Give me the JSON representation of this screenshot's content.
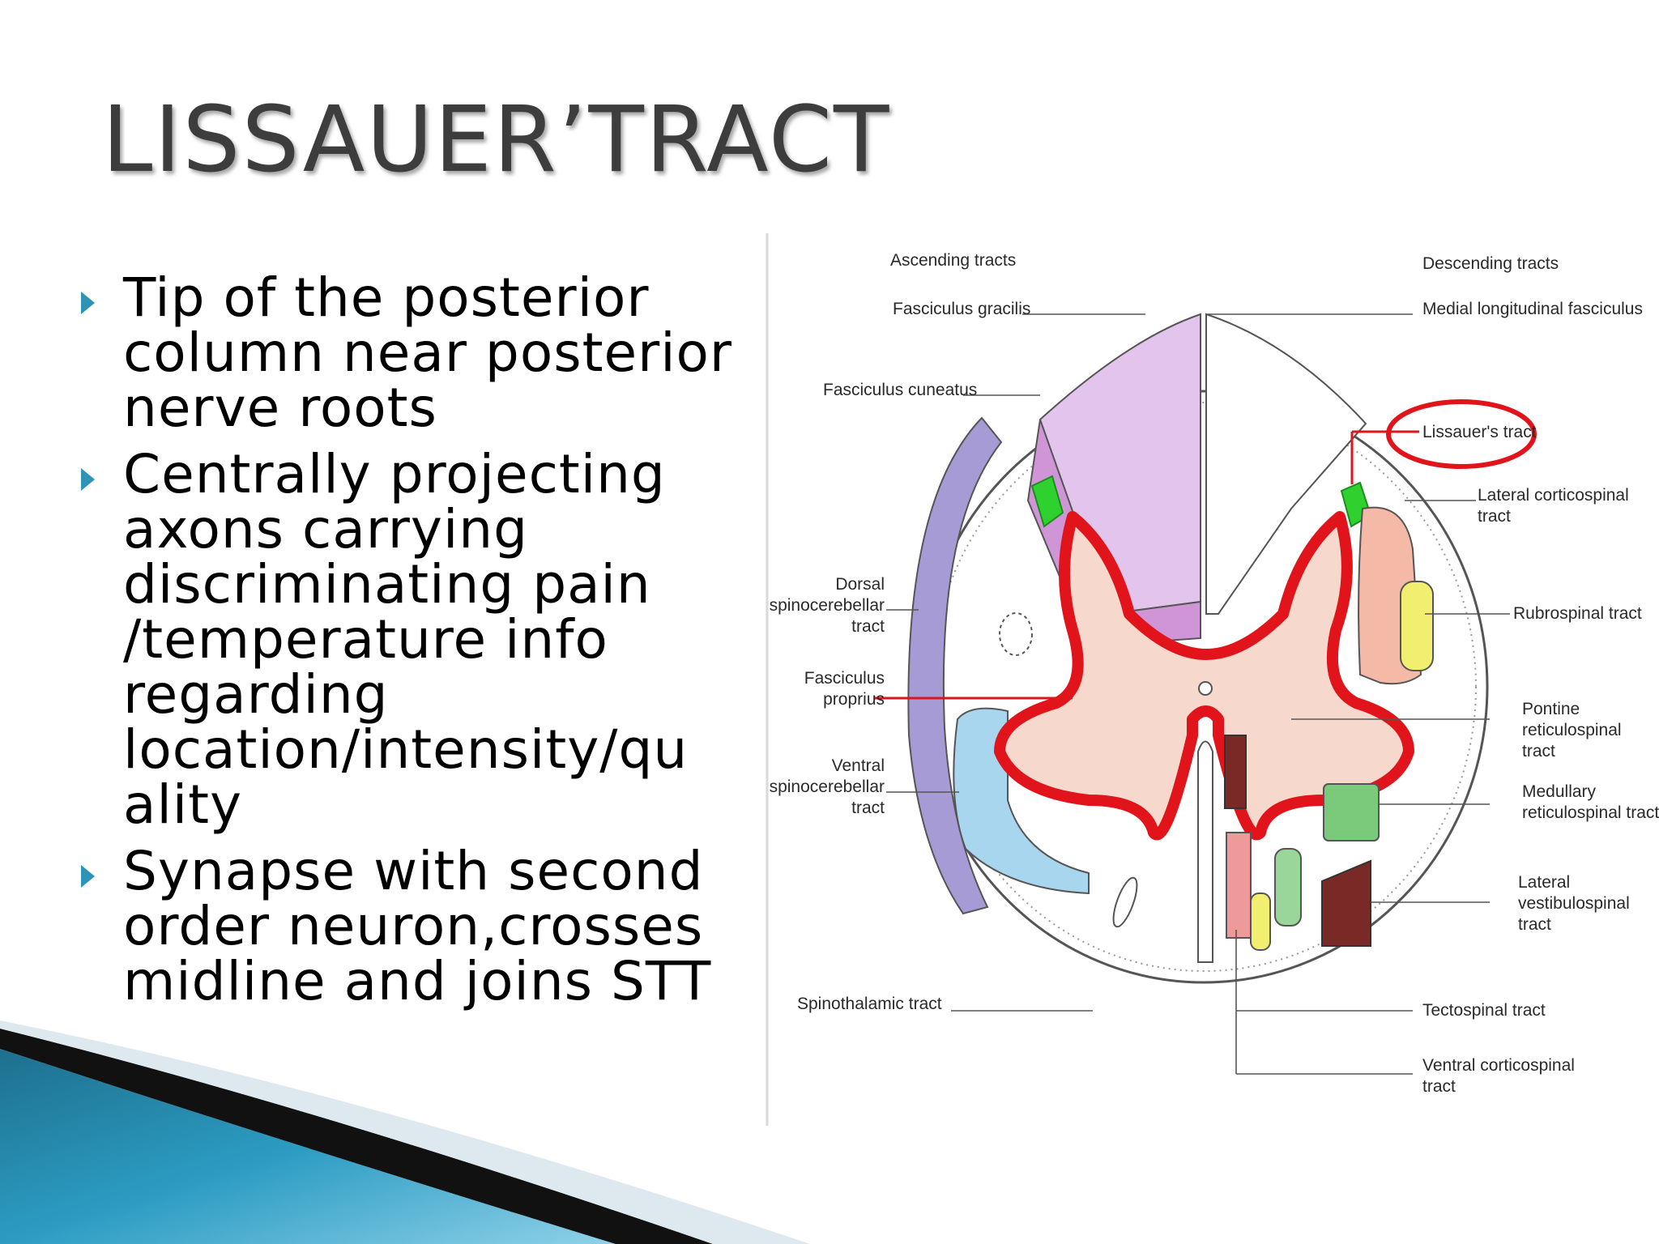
{
  "slide": {
    "title": "LISSAUER’TRACT",
    "bullets": [
      "Tip of the posterior\ncolumn near posterior\nnerve roots",
      "Centrally projecting\naxons carrying\ndiscriminating pain\n/temperature info\nregarding\nlocation/intensity/qu\nality",
      "Synapse with second\norder neuron,crosses\nmidline and  joins STT"
    ]
  },
  "diagram": {
    "headers": {
      "ascending": "Ascending tracts",
      "descending": "Descending tracts"
    },
    "left_labels": {
      "fasciculus_gracilis": "Fasciculus gracilis",
      "fasciculus_cuneatus": "Fasciculus cuneatus",
      "dorsal_spinocerebellar": [
        "Dorsal",
        "spinocerebellar",
        "tract"
      ],
      "fasciculus_proprius": [
        "Fasciculus",
        "proprius"
      ],
      "ventral_spinocerebellar": [
        "Ventral",
        "spinocerebellar",
        "tract"
      ],
      "spinothalamic": "Spinothalamic tract"
    },
    "right_labels": {
      "medial_longitudinal": "Medial longitudinal fasciculus",
      "lissauer": "Lissauer's tract",
      "lateral_corticospinal": [
        "Lateral corticospinal",
        "tract"
      ],
      "rubrospinal": "Rubrospinal tract",
      "pontine_reticulospinal": [
        "Pontine",
        "reticulospinal",
        "tract"
      ],
      "medullary_reticulospinal": [
        "Medullary",
        "reticulospinal tract"
      ],
      "lateral_vestibulospinal": [
        "Lateral",
        "vestibulospinal",
        "tract"
      ],
      "tectospinal": "Tectospinal tract",
      "ventral_corticospinal": [
        "Ventral corticospinal",
        "tract"
      ]
    },
    "colors": {
      "highlight_red": "#e0141a",
      "lissauer_green": "#2fd12f",
      "gray_matter": "#f6d9cc",
      "gracilis": "#e3c4ec",
      "cuneatus": "#cf95d6",
      "dorsal_sct": "#a79bd6",
      "ventral_sct": "#a9d6ef",
      "lateral_cst": "#f5b9a8",
      "rubrospinal": "#f2ef70",
      "reticulospinal": "#7bc97b",
      "vestibulospinal": "#7a2a26",
      "accent": "#2f93b5"
    }
  }
}
